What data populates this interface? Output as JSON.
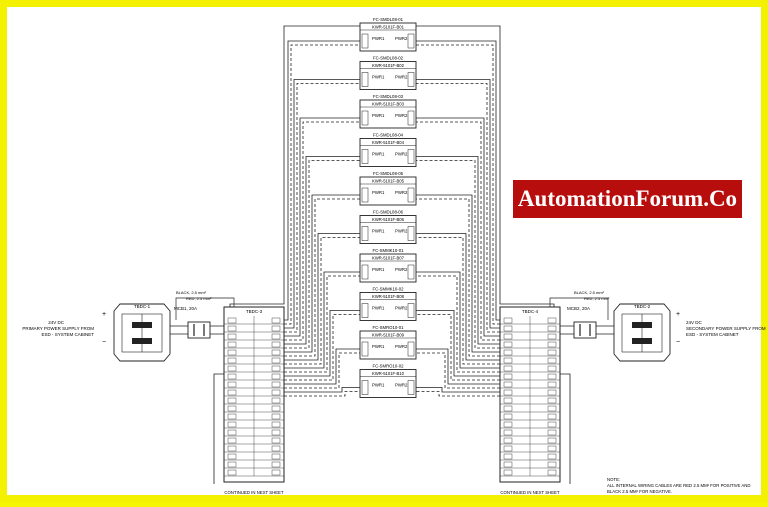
{
  "brand": {
    "logo_text": "AutomationForum.Co",
    "logo_bg": "#b80d0d",
    "border_color": "#f3f000"
  },
  "left_supply": {
    "label_lines": [
      "24V DC",
      "PRIMARY POWER SUPPLY FROM",
      "ESD - SYSTEM CABINET"
    ],
    "terminal_block": "TBDC-1",
    "cable_black": "BLACK, 2.5 mm²",
    "cable_red": "RED, 2.5 mm²",
    "breaker": "MCB1, 20A",
    "plus": "+",
    "minus": "−"
  },
  "right_supply": {
    "label_lines": [
      "24V DC",
      "SECONDARY POWER SUPPLY FROM",
      "ESD - SYSTEM CABINET"
    ],
    "terminal_block": "TBDC-2",
    "cable_black": "BLACK, 2.5 mm²",
    "cable_red": "RED, 2.5 mm²",
    "breaker": "MCB2, 20A",
    "plus": "+",
    "minus": "−"
  },
  "distribution_left": {
    "title": "TBDC-3",
    "footer": "CONTINUED IN NEXT SHEET"
  },
  "distribution_right": {
    "title": "TBDC-4",
    "footer": "CONTINUED IN NEXT SHEET"
  },
  "modules": [
    {
      "tag": "FC-SMDL08-01",
      "model": "KWR-5101F-B01"
    },
    {
      "tag": "FC-SMDL08-02",
      "model": "KWR-5101F-B02"
    },
    {
      "tag": "FC-SMDL08-03",
      "model": "KWR-5101F-B03"
    },
    {
      "tag": "FC-SMDL08-04",
      "model": "KWR-5101F-B04"
    },
    {
      "tag": "FC-SMDL08-05",
      "model": "KWR-5101F-B05"
    },
    {
      "tag": "FC-SMDL08-06",
      "model": "KWR-5101F-B06"
    },
    {
      "tag": "FC-SMMK10-01",
      "model": "KWR-5101F-B07"
    },
    {
      "tag": "FC-SMMK10-02",
      "model": "KWR-5101F-B08"
    },
    {
      "tag": "FC-SMRO10-01",
      "model": "KWR-5101F-B09"
    },
    {
      "tag": "FC-SMRO10-02",
      "model": "KWR-5101F-B10"
    }
  ],
  "module_ports": {
    "p1": "PWR1",
    "p2": "PWR2"
  },
  "note": {
    "title": "NOTE:",
    "lines": [
      "ALL INTERNAL WIRING CABLES ARE RED 2.5 MM² FOR POSITIVE AND",
      "BLACK 2.5 MM² FOR NEGATIVE."
    ]
  }
}
